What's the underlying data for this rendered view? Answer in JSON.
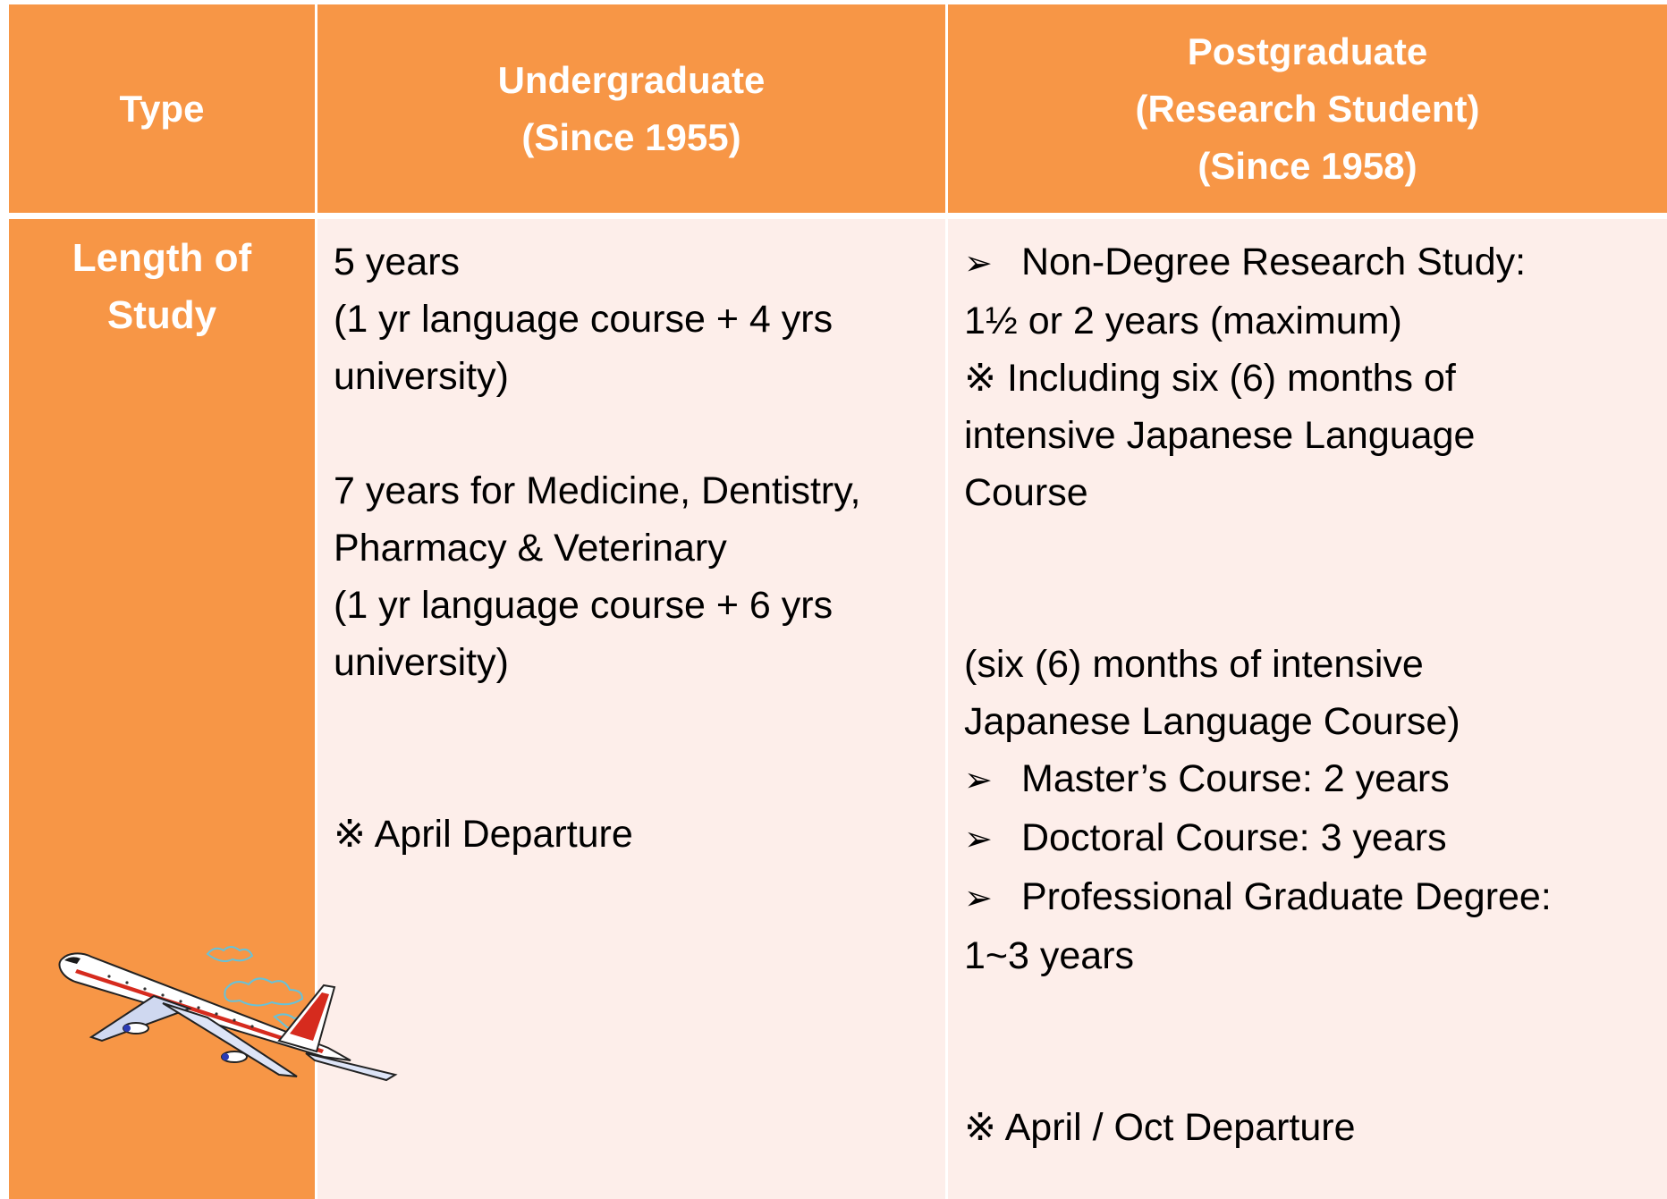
{
  "header": {
    "type": "Type",
    "undergrad": [
      "Undergraduate",
      "(Since 1955)"
    ],
    "postgrad": [
      "Postgraduate",
      "(Research Student)",
      "(Since 1958)"
    ]
  },
  "row": {
    "label": [
      "Length of",
      "Study"
    ],
    "undergrad": {
      "l1": "5 years",
      "l2": "(1 yr language course + 4 yrs",
      "l3": "university)",
      "l4": "7 years for Medicine, Dentistry,",
      "l5": "Pharmacy & Veterinary",
      "l6": "(1 yr language course + 6 yrs",
      "l7": "university)",
      "departure": "※ April Departure"
    },
    "postgrad": {
      "p1": "Non-Degree Research Study:",
      "p2": "1½ or 2 years (maximum)",
      "p3": "※ Including six (6) months of",
      "p4": "intensive Japanese Language",
      "p5": "Course",
      "p6": "(six (6) months of intensive",
      "p7": "Japanese Language Course)",
      "p8": "Master’s Course: 2 years",
      "p9": "Doctoral Course: 3 years",
      "p10": "Professional Graduate Degree:",
      "p11": "1~3 years",
      "departure": "※ April / Oct Departure"
    }
  },
  "icons": {
    "bullet": "➢"
  }
}
